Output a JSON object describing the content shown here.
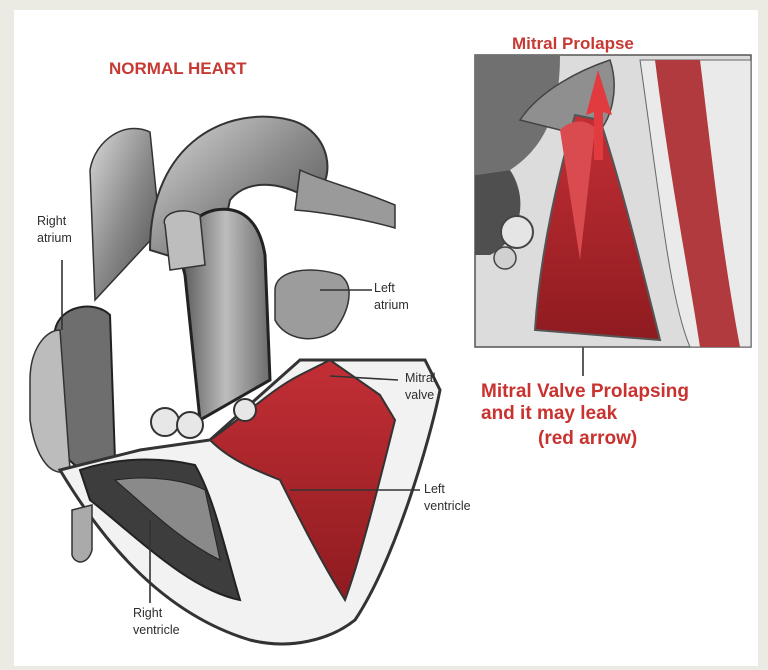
{
  "figure": {
    "left_title": "NORMAL HEART",
    "right_title": "Mitral Prolapse",
    "labels": {
      "right_atrium": [
        "Right",
        "atrium"
      ],
      "left_atrium": [
        "Left",
        "atrium"
      ],
      "mitral_valve": [
        "Mitral",
        "valve"
      ],
      "left_ventricle": [
        "Left",
        "ventricle"
      ],
      "right_ventricle": [
        "Right",
        "ventricle"
      ]
    },
    "caption": [
      "Mitral Valve Prolapsing",
      "and it may leak",
      "(red arrow)"
    ]
  },
  "colors": {
    "title_red": "#c63a33",
    "muscle_red": "#b3262c",
    "background": "#ecebe3"
  }
}
